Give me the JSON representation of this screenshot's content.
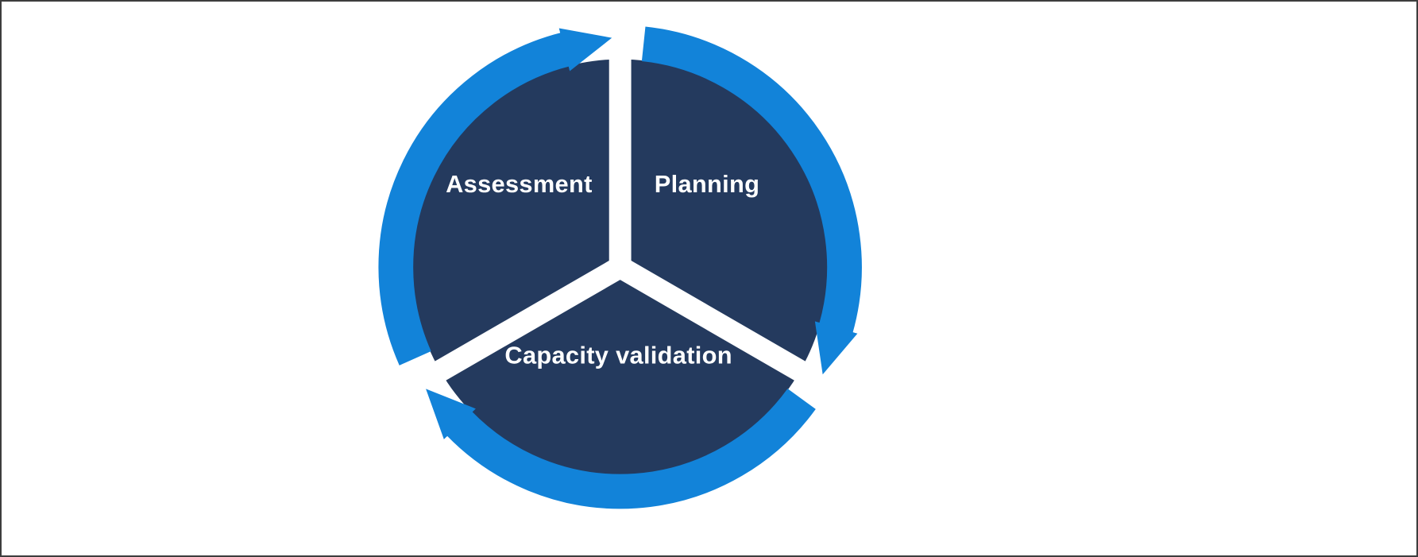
{
  "diagram": {
    "type": "cycle",
    "direction": "clockwise",
    "segments": [
      {
        "id": "assessment",
        "label": "Assessment"
      },
      {
        "id": "planning",
        "label": "Planning"
      },
      {
        "id": "capacity-validation",
        "label": "Capacity validation"
      }
    ],
    "colors": {
      "segment_fill": "#243a5e",
      "ring": "#1283d9",
      "divider": "#ffffff",
      "label_text": "#ffffff",
      "canvas_border": "#3d3d3d",
      "background": "#ffffff"
    }
  }
}
